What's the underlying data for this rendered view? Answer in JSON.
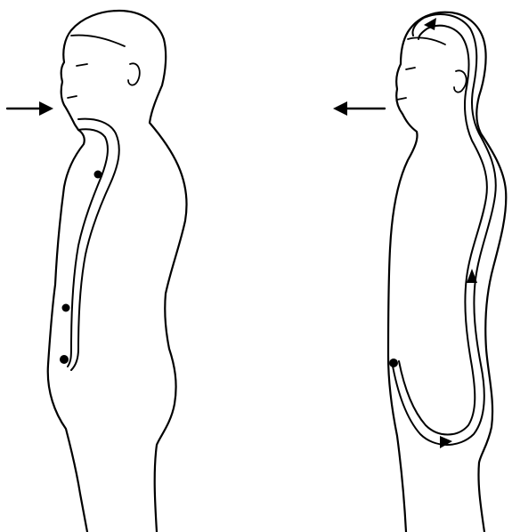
{
  "figures": [
    {
      "id": "inhale",
      "breath_direction": "in",
      "channel_path": "nose-throat-chest-abdomen",
      "flow_markers": [
        "chest",
        "upper-abdomen",
        "lower-abdomen"
      ]
    },
    {
      "id": "exhale",
      "breath_direction": "out",
      "channel_path": "lower-abdomen-back-spine-head-nose",
      "flow_markers": [
        "crown",
        "lower-back",
        "tailbone",
        "lower-abdomen"
      ]
    }
  ],
  "colors": {
    "ink": "#000000",
    "paper": "#ffffff"
  }
}
